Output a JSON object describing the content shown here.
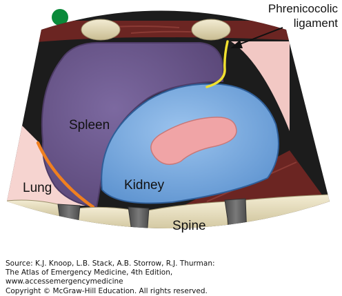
{
  "diagram": {
    "labels": {
      "spleen": "Spleen",
      "kidney": "Kidney",
      "lung": "Lung",
      "spine": "Spine",
      "ligament_line1": "Phrenicocolic",
      "ligament_line2": "ligament"
    },
    "colors": {
      "background": "#1c1c1c",
      "spleen": "#6a5689",
      "kidney": "#73a6dd",
      "renal_pelvis": "#f0a4a6",
      "muscle": "#6b2522",
      "bone": "#e2d9b9",
      "disc": "#5e5e5e",
      "lung": "#f6d4d0",
      "ligament": "#f0e030",
      "diaphragm": "#f08020",
      "marker": "#0a8a3a"
    },
    "icons": {
      "orientation_marker": "green-dot-icon",
      "pointer": "arrow-icon"
    }
  },
  "source": {
    "line1": "Source: K.J. Knoop, L.B. Stack, A.B. Storrow, R.J. Thurman:",
    "line2": "The Atlas of Emergency Medicine, 4th Edition,",
    "line3": "www.accessemergencymedicine",
    "line4": "Copyright © McGraw-Hill Education. All rights reserved."
  }
}
